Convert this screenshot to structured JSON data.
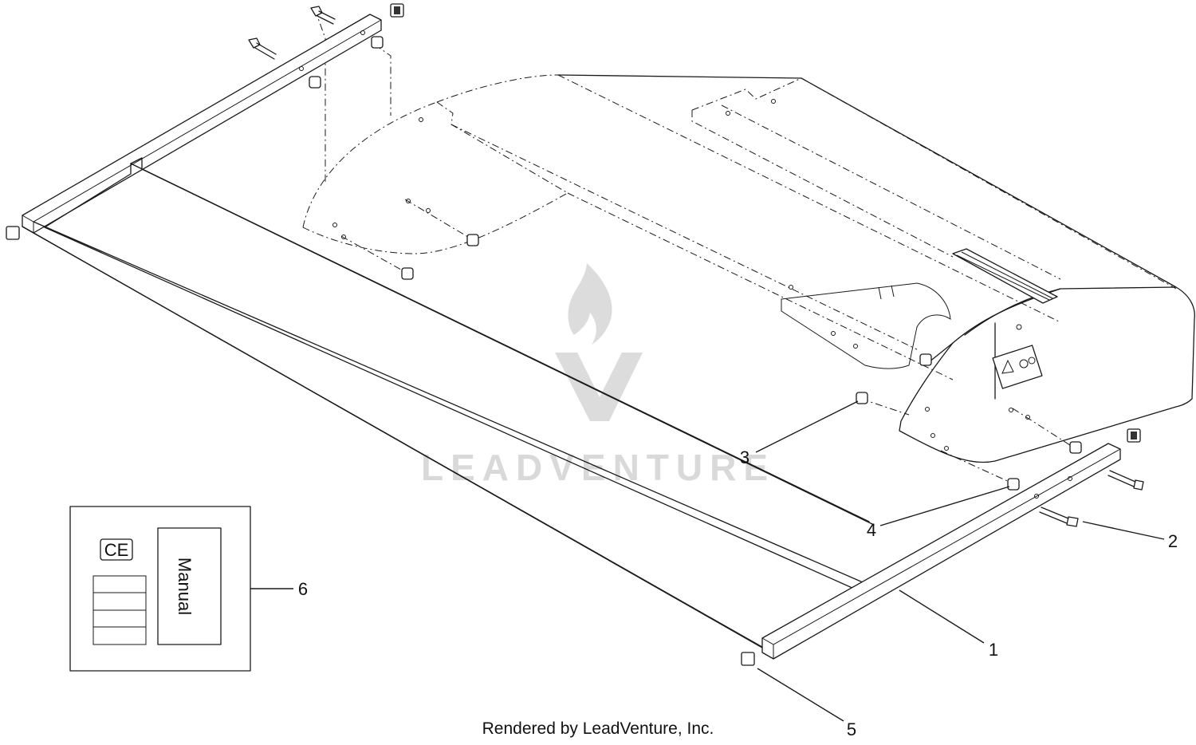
{
  "callouts": [
    {
      "id": "1",
      "text": "1"
    },
    {
      "id": "2",
      "text": "2"
    },
    {
      "id": "3",
      "text": "3"
    },
    {
      "id": "4",
      "text": "4"
    },
    {
      "id": "5",
      "text": "5"
    },
    {
      "id": "6",
      "text": "6"
    }
  ],
  "kit_box": {
    "ce_mark": "CE",
    "manual_label": "Manual"
  },
  "watermark": {
    "text": "LEADVENTURE"
  },
  "credit": "Rendered by LeadVenture, Inc."
}
